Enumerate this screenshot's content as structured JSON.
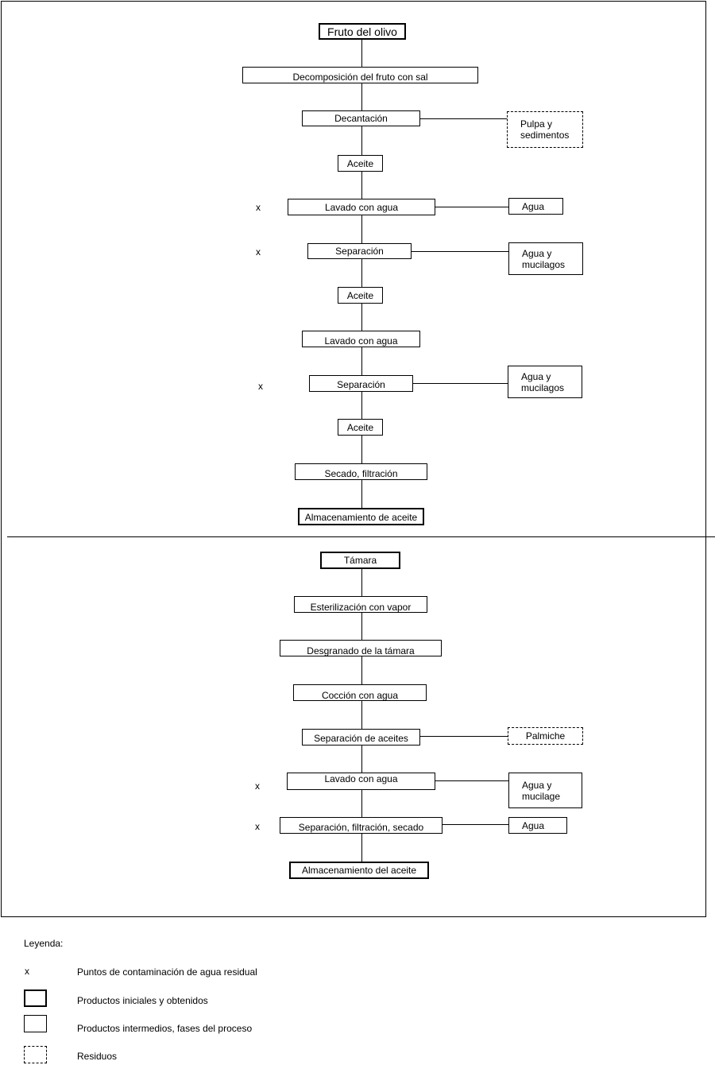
{
  "olive": {
    "start": "Fruto del olivo",
    "decomposition": "Decomposición del fruto con sal",
    "decantation": "Decantación",
    "pulp_residue": "Pulpa y sedimentos",
    "oil_1": "Aceite",
    "wash_1": "Lavado con agua",
    "water_1": "Agua",
    "separation_1": "Separación",
    "water_mucilage_1": "Agua y mucilagos",
    "oil_2": "Aceite",
    "wash_2": "Lavado con agua",
    "separation_2": "Separación",
    "water_mucilage_2": "Agua y mucilagos",
    "oil_3": "Aceite",
    "drying": "Secado,  filtración",
    "storage": "Almacenamiento de aceite",
    "marks": [
      "x",
      "x",
      "x"
    ]
  },
  "date": {
    "start": "Támara",
    "sterilization": "Esterilización con vapor",
    "threshing": "Desgranado de la támara",
    "cooking": "Cocción con agua",
    "oil_separation": "Separación de aceites",
    "palmiche": "Palmiche",
    "wash": "Lavado con agua",
    "water_mucilage": "Agua y mucilage",
    "final_separation": "Separación, filtración, secado",
    "water": "Agua",
    "storage": "Almacenamiento del aceite",
    "marks": [
      "x",
      "x"
    ]
  },
  "legend": {
    "title": "Leyenda:",
    "mark_symbol": "x",
    "mark_text": "Puntos de contaminación de agua residual",
    "products_text": "Productos iniciales y obtenidos",
    "intermediate_text": "Productos intermedios, fases del proceso",
    "residues_text": "Residuos"
  }
}
